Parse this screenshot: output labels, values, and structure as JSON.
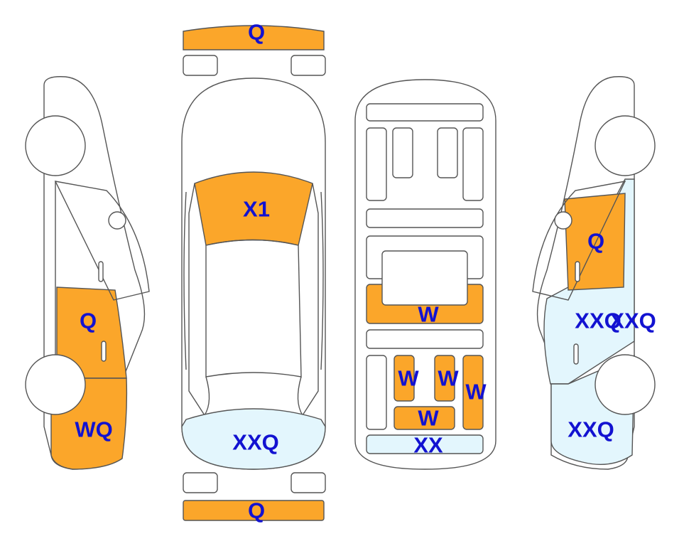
{
  "colors": {
    "damaged": "#FBA62A",
    "repaired": "#E3F6FD",
    "clean": "#FFFFFF",
    "outline": "#555555",
    "label": "#1212D1"
  },
  "labels": {
    "front_bumper": "Q",
    "hood": "X1",
    "trunk": "XXQ",
    "rear_bumper": "Q",
    "interior_middle": "W",
    "interior_seat_left": "W",
    "interior_seat_mid": "W",
    "interior_seat_right": "W",
    "interior_rear_bench": "W",
    "interior_trunk": "XX",
    "left_front_door": "Q",
    "left_rear_quarter": "WQ",
    "right_front_door": "Q",
    "right_rear_door": "XXQ",
    "right_rear_door_overlap": "XXQ",
    "right_rear_quarter": "XXQ"
  }
}
